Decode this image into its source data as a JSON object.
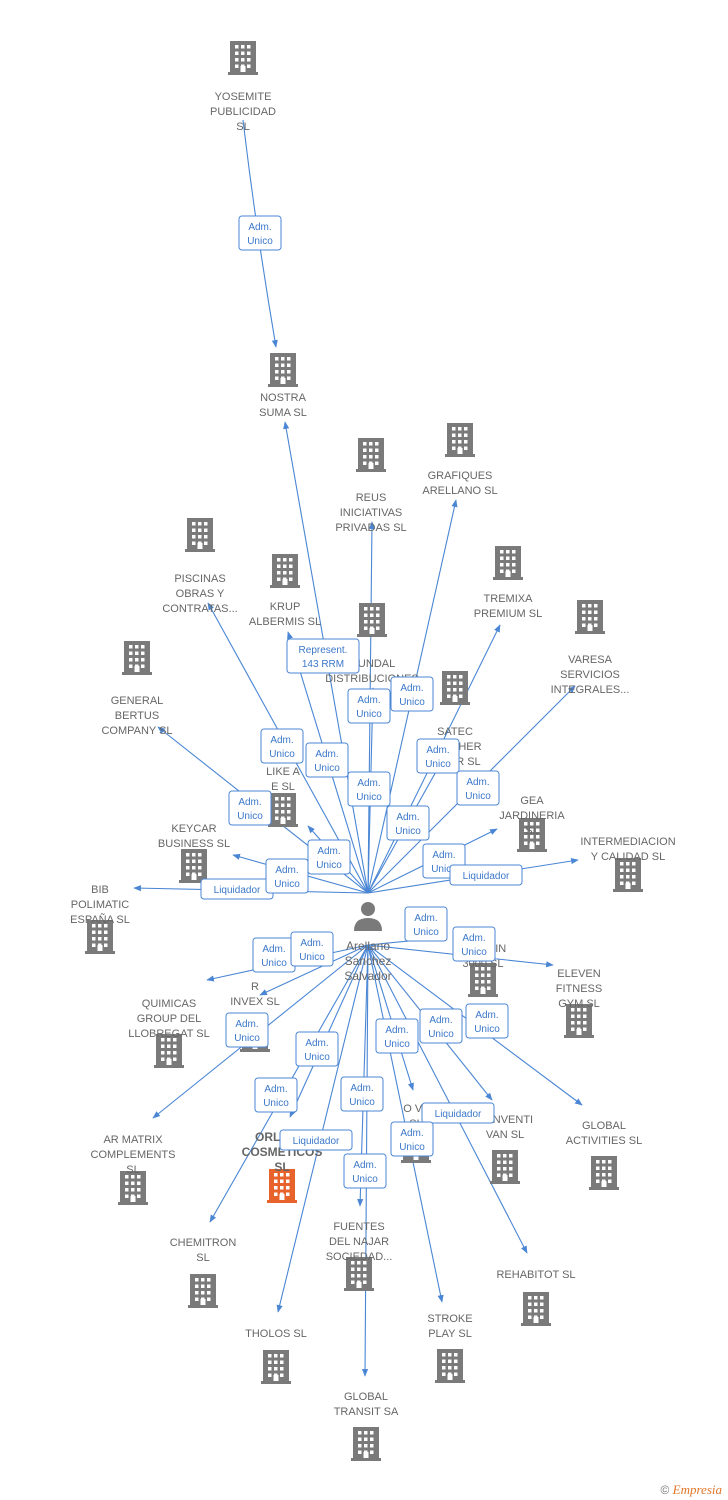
{
  "center": {
    "name_lines": [
      "Arellano",
      "Sanchez",
      "Salvador"
    ],
    "icon": "person-icon"
  },
  "colors": {
    "edge": "#4a86d4",
    "building": "#7a7a7a",
    "highlight": "#e8622c",
    "label": "#666666"
  },
  "nodes": [
    {
      "id": "yosemite",
      "lines": [
        "YOSEMITE",
        "PUBLICIDAD",
        "SL"
      ]
    },
    {
      "id": "nostra",
      "lines": [
        "NOSTRA",
        "SUMA  SL"
      ]
    },
    {
      "id": "reus",
      "lines": [
        "REUS",
        "INICIATIVAS",
        "PRIVADAS SL"
      ]
    },
    {
      "id": "grafiques",
      "lines": [
        "GRAFIQUES",
        "ARELLANO  SL"
      ]
    },
    {
      "id": "piscinas",
      "lines": [
        "PISCINAS",
        "OBRAS Y",
        "CONTRATAS..."
      ]
    },
    {
      "id": "krup",
      "lines": [
        "KRUP",
        "ALBERMIS  SL"
      ]
    },
    {
      "id": "tremixa",
      "lines": [
        "TREMIXA",
        "PREMIUM  SL"
      ]
    },
    {
      "id": "mundal",
      "lines": [
        "MUNDAL",
        "DISTRIBUCIONES",
        "SL"
      ]
    },
    {
      "id": "varesa",
      "lines": [
        "VARESA",
        "SERVICIOS",
        "INTEGRALES..."
      ]
    },
    {
      "id": "general",
      "lines": [
        "GENERAL",
        "BERTUS",
        "COMPANY SL"
      ]
    },
    {
      "id": "satec",
      "lines": [
        "SATEC",
        "UTSCHER",
        "MIKER  SL"
      ]
    },
    {
      "id": "like",
      "lines": [
        "LIKE A",
        "E  SL"
      ]
    },
    {
      "id": "gea",
      "lines": [
        "GEA",
        "JARDINERIA",
        "SL"
      ]
    },
    {
      "id": "keycar",
      "lines": [
        "KEYCAR",
        "BUSINESS  SL"
      ]
    },
    {
      "id": "intermediacion",
      "lines": [
        "INTERMEDIACION",
        "Y CALIDAD SL"
      ]
    },
    {
      "id": "bib",
      "lines": [
        "BIB",
        "POLIMATIC",
        "ESPAÑA  SL"
      ]
    },
    {
      "id": "kalasin",
      "lines": [
        "KALASIN",
        "3000 SL"
      ]
    },
    {
      "id": "eleven",
      "lines": [
        "ELEVEN",
        "FITNESS",
        "GYM  SL"
      ]
    },
    {
      "id": "quimicas",
      "lines": [
        "QUIMICAS",
        "GROUP DEL",
        "LLOBREGAT SL"
      ]
    },
    {
      "id": "invex",
      "lines": [
        "R",
        "INVEX  SL"
      ]
    },
    {
      "id": "armatrix",
      "lines": [
        "AR MATRIX",
        "COMPLEMENTS",
        "SL"
      ]
    },
    {
      "id": "orladis",
      "lines": [
        "ORLADIS",
        "COSMETICOS",
        "SL"
      ],
      "highlight": true
    },
    {
      "id": "ova",
      "lines": [
        "O          VA",
        "SL"
      ]
    },
    {
      "id": "bonventi",
      "lines": [
        "BONVENTI",
        "VAN  SL"
      ]
    },
    {
      "id": "global_act",
      "lines": [
        "GLOBAL",
        "ACTIVITIES  SL"
      ]
    },
    {
      "id": "chemitron",
      "lines": [
        "CHEMITRON",
        "SL"
      ]
    },
    {
      "id": "fuentes",
      "lines": [
        "FUENTES",
        "DEL NAJAR",
        "SOCIEDAD..."
      ]
    },
    {
      "id": "rehabitot",
      "lines": [
        "REHABITOT  SL"
      ]
    },
    {
      "id": "tholos",
      "lines": [
        "THOLOS SL"
      ]
    },
    {
      "id": "stroke",
      "lines": [
        "STROKE",
        "PLAY  SL"
      ]
    },
    {
      "id": "global_transit",
      "lines": [
        "GLOBAL",
        "TRANSIT SA"
      ]
    }
  ],
  "relations": [
    {
      "id": "r1",
      "lines": [
        "Adm.",
        "Unico"
      ]
    },
    {
      "id": "r2",
      "lines": [
        "Represent.",
        "143 RRM"
      ]
    },
    {
      "id": "r3",
      "lines": [
        "Adm.",
        "Unico"
      ]
    },
    {
      "id": "r4",
      "lines": [
        "Adm.",
        "Unico"
      ]
    },
    {
      "id": "r5",
      "lines": [
        "Adm.",
        "Unico"
      ]
    },
    {
      "id": "r6",
      "lines": [
        "Adm.",
        "Unico"
      ]
    },
    {
      "id": "r7",
      "lines": [
        "Adm.",
        "Unico"
      ]
    },
    {
      "id": "r8",
      "lines": [
        "Adm.",
        "Unico"
      ]
    },
    {
      "id": "r9",
      "lines": [
        "Adm.",
        "Unico"
      ]
    },
    {
      "id": "r10",
      "lines": [
        "Adm.",
        "Unico"
      ]
    },
    {
      "id": "r11",
      "lines": [
        "Adm.",
        "Unico"
      ]
    },
    {
      "id": "r12",
      "lines": [
        "Adm.",
        "Unico"
      ]
    },
    {
      "id": "r13",
      "lines": [
        "Adm.",
        "Unico"
      ]
    },
    {
      "id": "r14",
      "lines": [
        "Liquidador"
      ]
    },
    {
      "id": "r15",
      "lines": [
        "Liquidador"
      ]
    },
    {
      "id": "r16",
      "lines": [
        "Adm.",
        "Unico"
      ]
    },
    {
      "id": "r17",
      "lines": [
        "Adm.",
        "Unico"
      ]
    },
    {
      "id": "r18",
      "lines": [
        "Adm.",
        "Unico"
      ]
    },
    {
      "id": "r19",
      "lines": [
        "Adm.",
        "Unico"
      ]
    },
    {
      "id": "r20",
      "lines": [
        "Adm.",
        "Unico"
      ]
    },
    {
      "id": "r21",
      "lines": [
        "Adm.",
        "Unico"
      ]
    },
    {
      "id": "r22",
      "lines": [
        "Adm.",
        "Unico"
      ]
    },
    {
      "id": "r23",
      "lines": [
        "Adm.",
        "Unico"
      ]
    },
    {
      "id": "r24",
      "lines": [
        "Adm.",
        "Unico"
      ]
    },
    {
      "id": "r25",
      "lines": [
        "Adm.",
        "Unico"
      ]
    },
    {
      "id": "r26",
      "lines": [
        "Adm.",
        "Unico"
      ]
    },
    {
      "id": "r27",
      "lines": [
        "Liquidador"
      ]
    },
    {
      "id": "r28",
      "lines": [
        "Adm.",
        "Unico"
      ]
    },
    {
      "id": "r29",
      "lines": [
        "Liquidador"
      ]
    },
    {
      "id": "r30",
      "lines": [
        "Adm.",
        "Unico"
      ]
    },
    {
      "id": "r31",
      "lines": [
        "Adm.",
        "Unico"
      ]
    }
  ],
  "credit": {
    "symbol": "©",
    "brand": "Empresia"
  }
}
